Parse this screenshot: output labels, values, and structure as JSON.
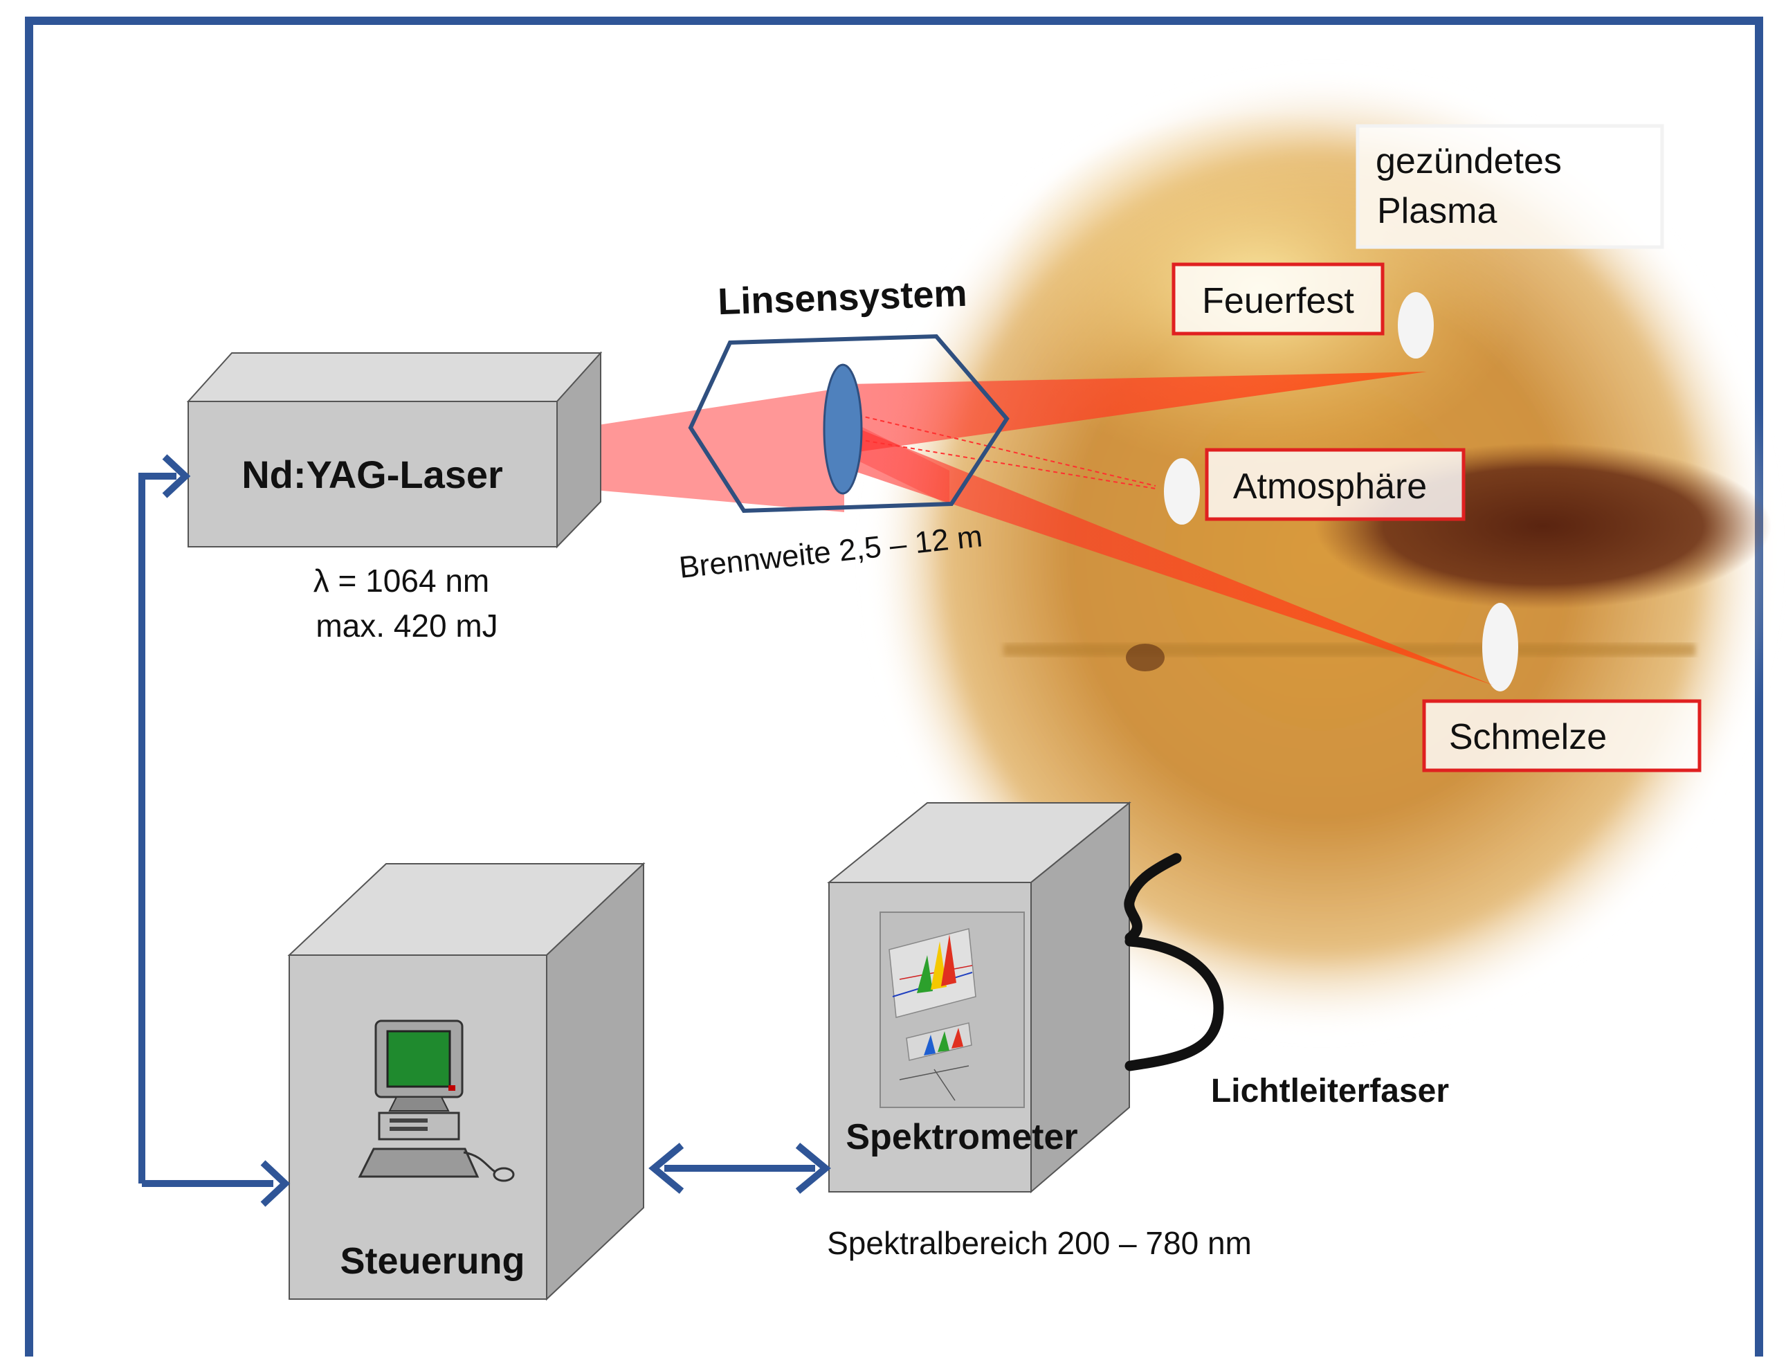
{
  "diagram": {
    "laser": {
      "label": "Nd:YAG-Laser",
      "wavelength": "λ = 1064 nm",
      "energy": "max. 420 mJ"
    },
    "lens": {
      "title": "Linsensystem",
      "focal_length": "Brennweite 2,5 – 12 m"
    },
    "plasma_box": {
      "line1": "gezündetes",
      "line2": "Plasma"
    },
    "targets": {
      "refractory": "Feuerfest",
      "atmosphere": "Atmosphäre",
      "melt": "Schmelze"
    },
    "spectrometer": {
      "label": "Spektrometer",
      "range": "Spektralbereich 200 – 780 nm"
    },
    "control": {
      "label": "Steuerung"
    },
    "fiber": {
      "label": "Lichtleiterfaser"
    }
  },
  "colors": {
    "frame": "#2f5597",
    "arrow": "#2f5597",
    "beam": "#ff3a2e",
    "box_face": "#c9c9c9",
    "box_top": "#dcdcdc",
    "box_side": "#a9a9a9",
    "lens": "#4f81bd",
    "callout_border": "#e02020"
  }
}
